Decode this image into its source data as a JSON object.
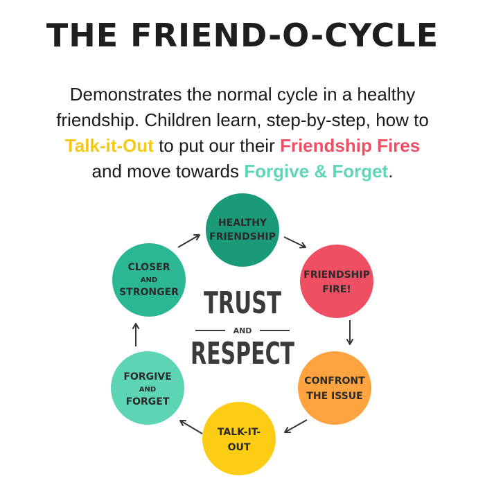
{
  "title": "THE FRIEND-O-CYCLE",
  "description": {
    "line1": "Demonstrates the normal cycle in a healthy",
    "line2": "friendship. Children learn, step-by-step, how to",
    "line3_hl": "Talk-it-Out",
    "line3_mid": " to put our their ",
    "line3_hl2": "Friendship Fires",
    "line4_pre": "and move towards ",
    "line4_hl": "Forgive & Forget",
    "line4_post": "."
  },
  "center": {
    "top": "TRUST",
    "and": "AND",
    "bottom": "RESPECT"
  },
  "nodes": [
    {
      "line1": "HEALTHY",
      "line2": "FRIENDSHIP",
      "color": "#1a9a78"
    },
    {
      "line1": "FRIENDSHIP",
      "line2": "FIRE!",
      "color": "#ef4f62"
    },
    {
      "line1": "CONFRONT",
      "line2": "THE ISSUE",
      "color": "#fda33f"
    },
    {
      "line1": "TALK-IT-",
      "line2": "OUT",
      "color": "#fccd14"
    },
    {
      "line1": "FORGIVE",
      "small": "AND",
      "line2": "FORGET",
      "color": "#5dd5b5"
    },
    {
      "line1": "CLOSER",
      "small": "AND",
      "line2": "STRONGER",
      "color": "#2bb793"
    }
  ],
  "colors": {
    "yellow": "#f6c915",
    "red": "#ef4f65",
    "teal": "#5ed6b7"
  }
}
